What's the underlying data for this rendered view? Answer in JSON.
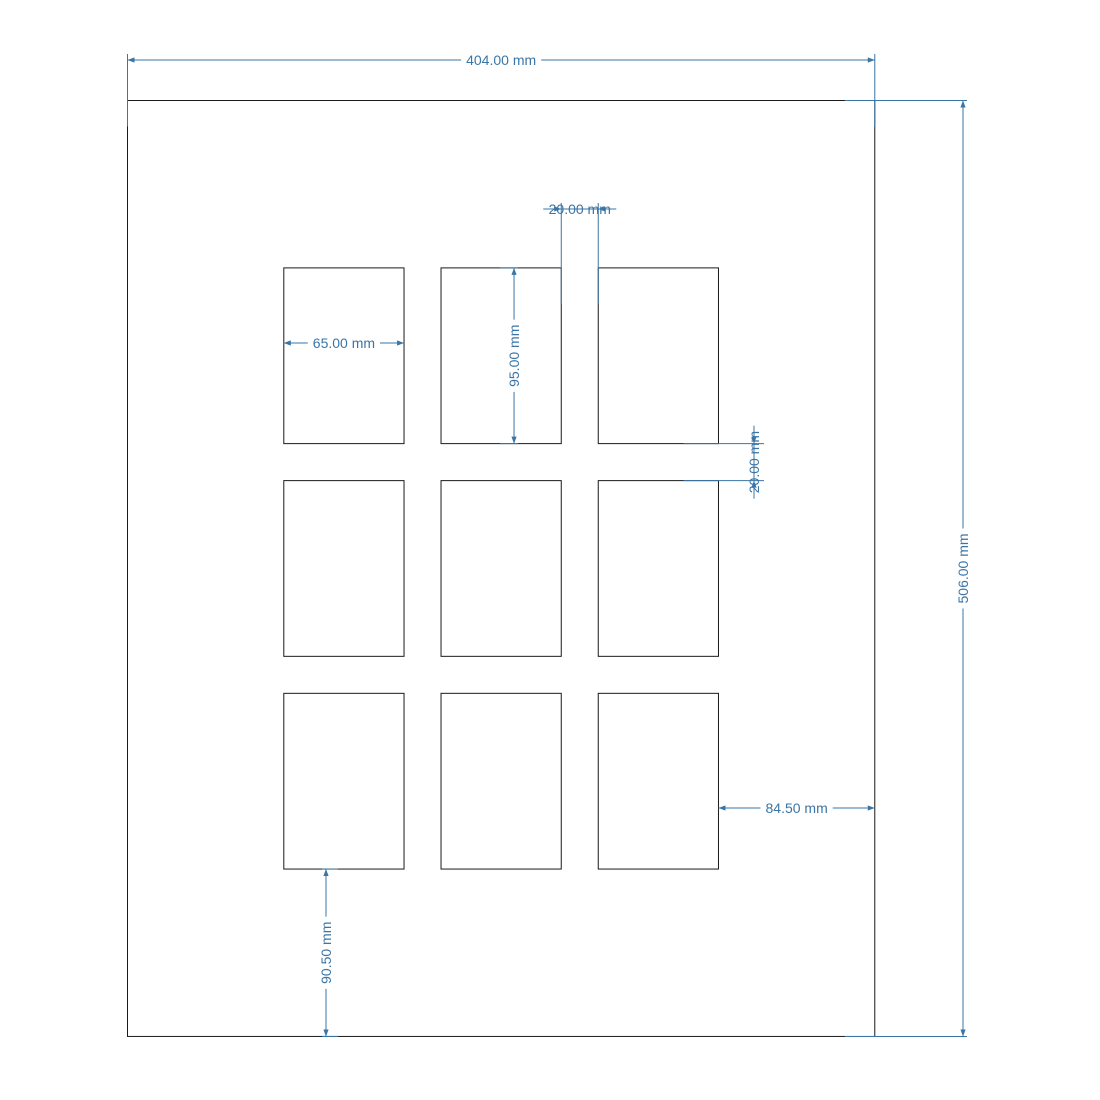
{
  "drawing": {
    "units": "mm",
    "sheet": {
      "width_mm": 404.0,
      "height_mm": 506.0
    },
    "openings": {
      "rows": 3,
      "cols": 3,
      "width_mm": 65.0,
      "height_mm": 95.0,
      "gap_x_mm": 20.0,
      "gap_y_mm": 20.0,
      "right_margin_mm": 84.5,
      "bottom_margin_mm": 90.5
    },
    "colors": {
      "outline": "#1a1a1a",
      "dimension": "#3a75a6",
      "background": "#ffffff"
    }
  },
  "labels": {
    "sheet_width": "404.00 mm",
    "sheet_height": "506.00 mm",
    "opening_width": "65.00 mm",
    "opening_height": "95.00 mm",
    "gap_x": "20.00 mm",
    "gap_y": "20.00 mm",
    "right_margin": "84.50 mm",
    "bottom_margin": "90.50 mm"
  }
}
